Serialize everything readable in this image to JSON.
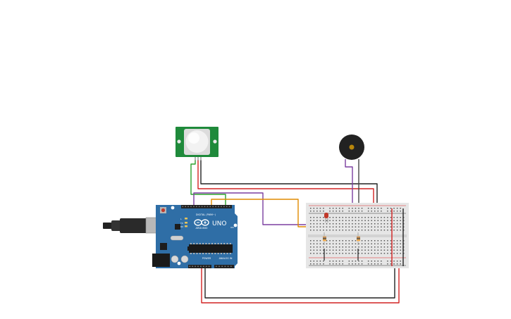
{
  "canvas": {
    "background": "#ffffff"
  },
  "components": {
    "pir_sensor": {
      "kind": "pir-motion-sensor",
      "board_color": "#1f8a3b",
      "dome_color": "#f2f2f2"
    },
    "buzzer": {
      "kind": "piezo-buzzer",
      "body_color": "#222222",
      "center_color": "#b8860b"
    },
    "arduino": {
      "kind": "arduino-uno",
      "board_color": "#2f6ea6",
      "logo_text": "UNO",
      "brand_text": "ARDUINO",
      "digital_label": "DIGITAL (PWM~)",
      "power_label": "POWER",
      "analog_label": "ANALOG IN",
      "on_label": "ON",
      "tx_label": "TX",
      "rx_label": "RX",
      "l_label": "L"
    },
    "breadboard": {
      "kind": "half-breadboard",
      "body_color": "#e6e6e6",
      "rail_red": "#d22",
      "rail_blue": "#333"
    },
    "led": {
      "kind": "led",
      "color": "#c0392b"
    },
    "resistors": [
      {
        "kind": "resistor",
        "band_colors": [
          "#8b4513",
          "#000000",
          "#ff8c00"
        ]
      },
      {
        "kind": "resistor",
        "band_colors": [
          "#8b4513",
          "#000000",
          "#ff8c00"
        ]
      }
    ]
  },
  "wire_colors": {
    "black": "#222222",
    "red": "#d22222",
    "green": "#2ca02c",
    "purple": "#7b3fa0",
    "orange": "#e08a00",
    "gray": "#444444"
  }
}
